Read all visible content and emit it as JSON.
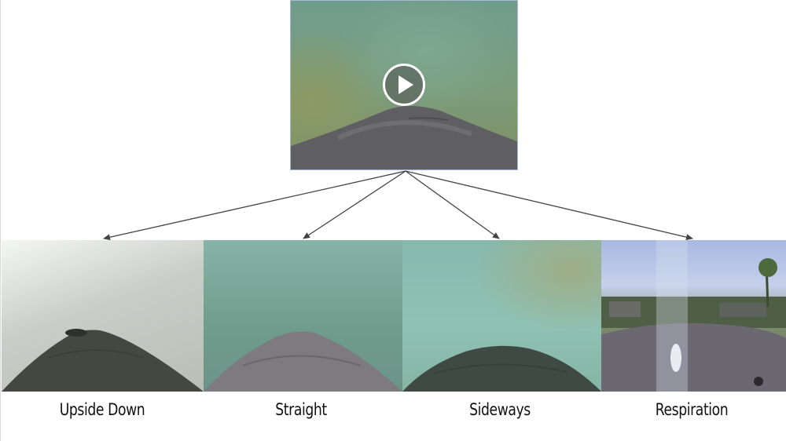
{
  "video": {
    "icon": "play-icon",
    "overlay_color": "#505050",
    "border_color": "#a9b7d8"
  },
  "categories": [
    {
      "label": "Upside Down"
    },
    {
      "label": "Straight"
    },
    {
      "label": "Sideways"
    },
    {
      "label": "Respiration"
    }
  ],
  "colors": {
    "arrow": "#444444",
    "text": "#111111"
  }
}
